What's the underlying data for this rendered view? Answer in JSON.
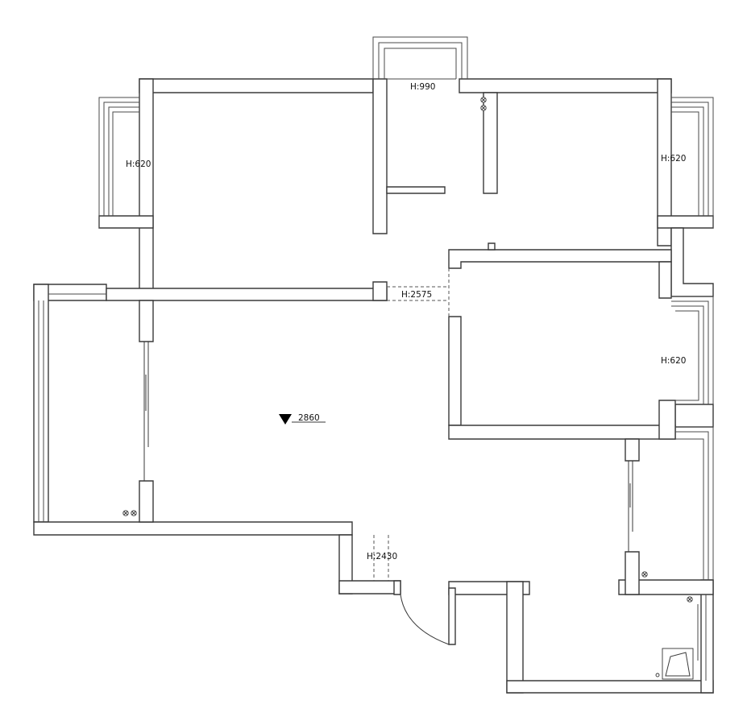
{
  "labels": {
    "window_top": "H:990",
    "window_left": "H:620",
    "window_right_upper": "H:620",
    "window_right_lower": "H:620",
    "opening_middle": "H:2575",
    "opening_entry": "H:2430",
    "floor_level": "2860"
  },
  "colors": {
    "line": "#3a3a3a",
    "background": "#ffffff"
  }
}
